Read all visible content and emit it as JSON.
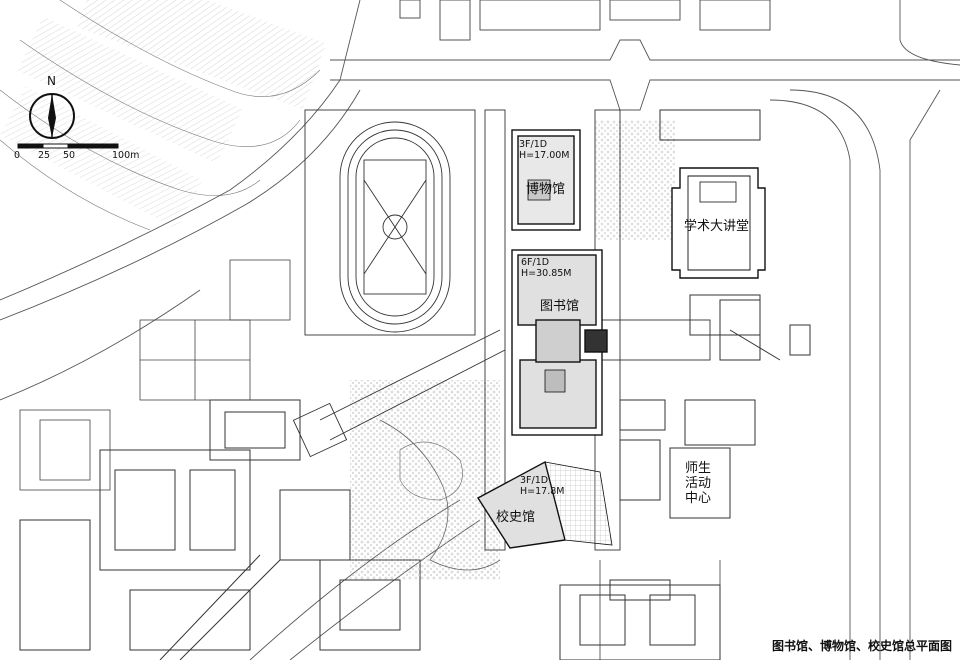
{
  "north": {
    "label": "N"
  },
  "scale_bar": {
    "ticks": [
      "0",
      "25",
      "50",
      "100m"
    ]
  },
  "buildings": {
    "museum": {
      "name": "博物馆",
      "floors": "3F/1D",
      "height": "H=17.00M"
    },
    "library": {
      "name": "图书馆",
      "floors": "6F/1D",
      "height": "H=30.85M"
    },
    "history_museum": {
      "name": "校史馆",
      "floors": "3F/1D",
      "height": "H=17.8M"
    },
    "lecture_hall": {
      "name": "学术大讲堂"
    },
    "activity_center": {
      "lines": [
        "师生",
        "活动",
        "中心"
      ]
    }
  },
  "caption": "图书馆、博物馆、校史馆总平面图",
  "colors": {
    "line": "#333333",
    "fill_highlight": "#d9d9d9",
    "background": "#ffffff"
  }
}
